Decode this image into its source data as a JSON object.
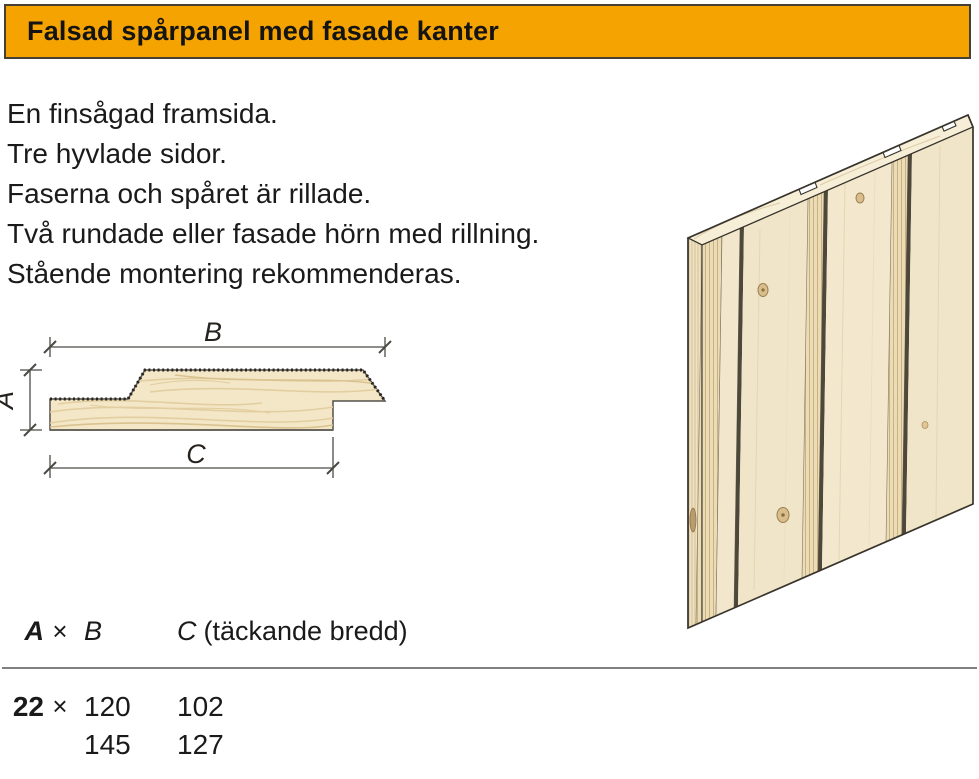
{
  "header": {
    "title": "Falsad spårpanel med fasade kanter",
    "background_color": "#F5A300",
    "border_color": "#453F35"
  },
  "description": {
    "lines": [
      "En finsågad framsida.",
      "Tre hyvlade sidor.",
      "Faserna och spåret är rillade.",
      "Två rundade eller fasade hörn med rillning.",
      "Stående montering rekommenderas."
    ]
  },
  "diagram": {
    "a_label": "A",
    "b_label": "B",
    "c_label": "C",
    "wood_color": "#F4E7C7",
    "grain_color": "#E2CEA0",
    "line_color": "#4A4A45"
  },
  "illustration": {
    "name": "panel-3d",
    "wood_color": "#F1E5C9",
    "groove_color": "#4E483B"
  },
  "table": {
    "header": {
      "a": "A",
      "times": "×",
      "b": "B",
      "c": "C",
      "c_note": "(täckande bredd)"
    },
    "rule_color": "#808080",
    "rows": [
      {
        "a": "22",
        "times": "×",
        "b": "120",
        "c": "102"
      },
      {
        "a": "",
        "times": "",
        "b": "145",
        "c": "127"
      }
    ]
  },
  "text_color": "#1A1A1A"
}
